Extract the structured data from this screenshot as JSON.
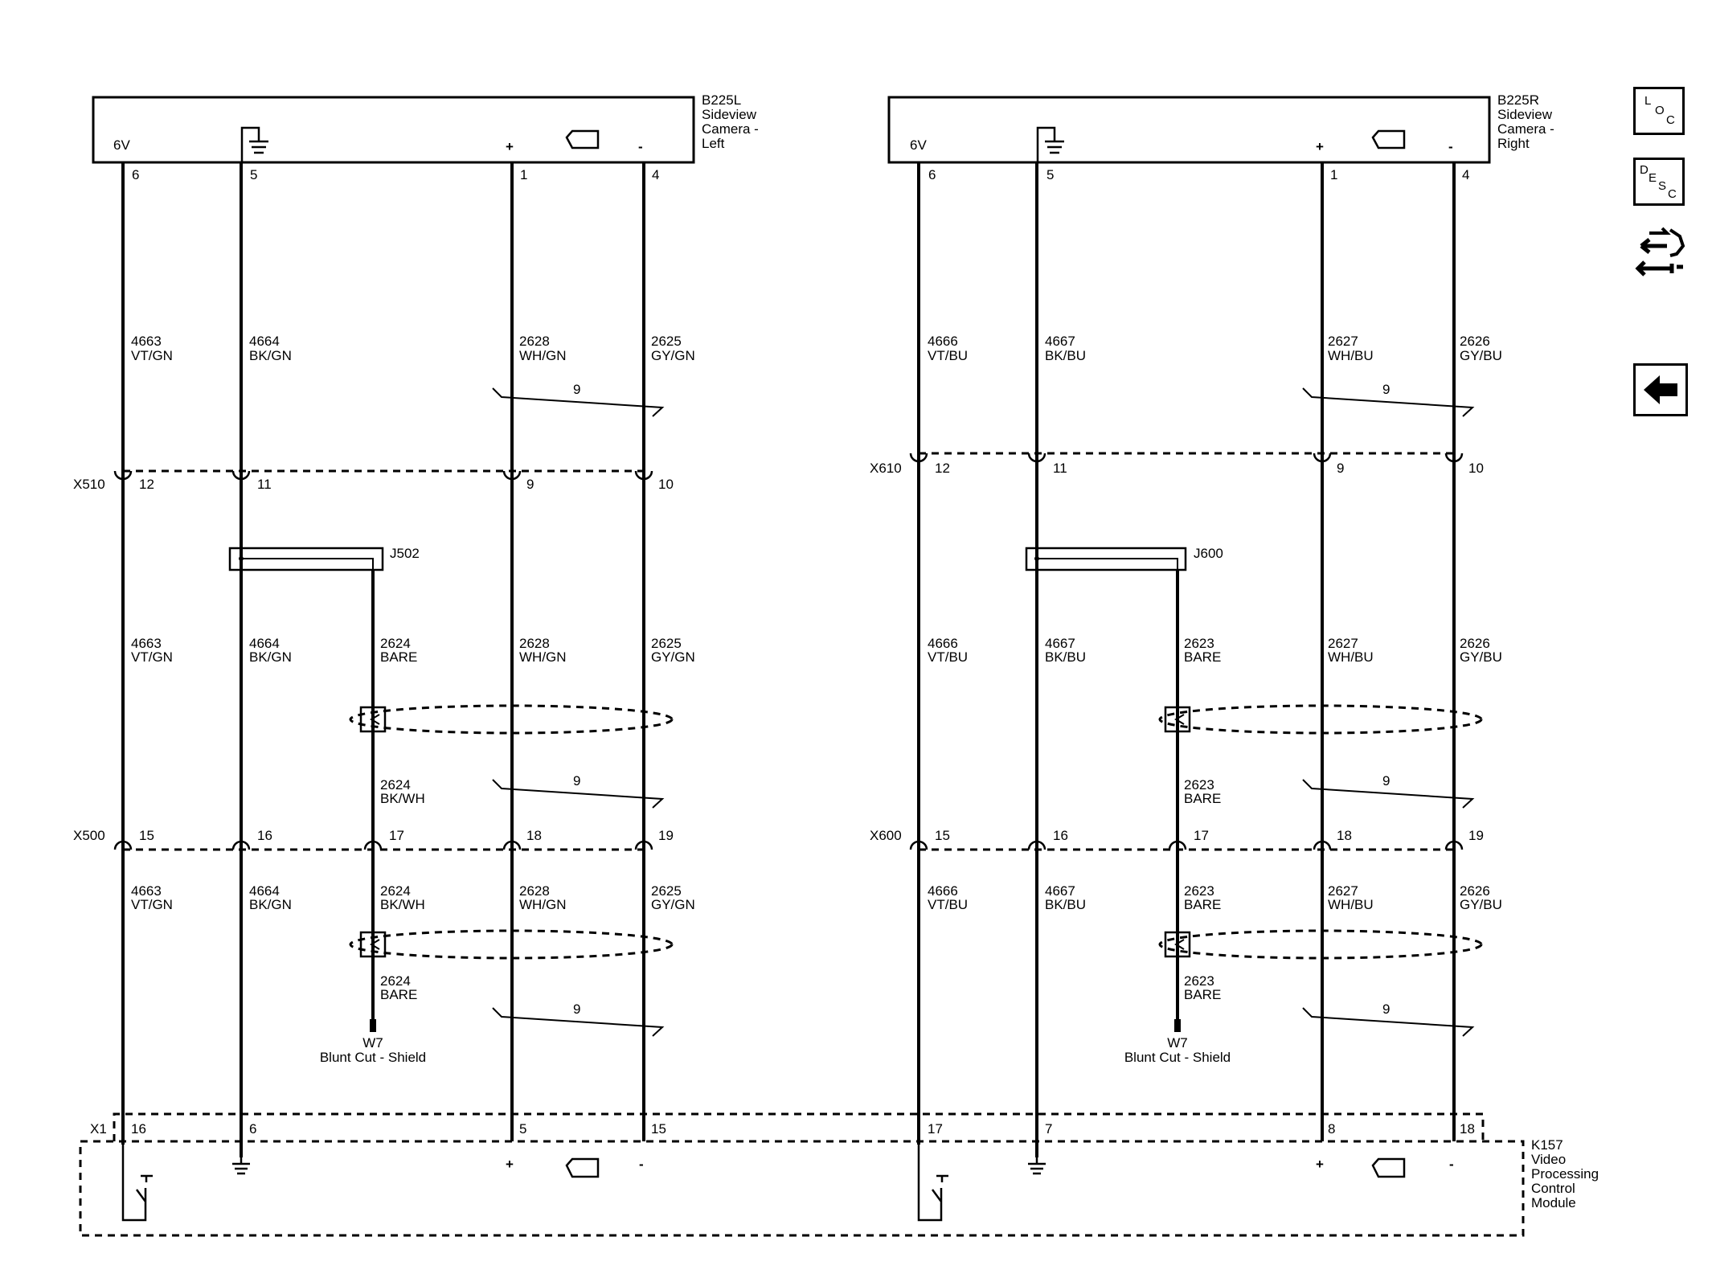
{
  "left": {
    "component": {
      "id": "B225L",
      "line1": "Sideview",
      "line2": "Camera -",
      "line3": "Left"
    },
    "power_label": "6V",
    "top_pins": [
      "6",
      "5",
      "1",
      "4"
    ],
    "wires_top": [
      {
        "circuit": "4663",
        "color": "VT/GN"
      },
      {
        "circuit": "4664",
        "color": "BK/GN"
      },
      {
        "circuit": "2628",
        "color": "WH/GN"
      },
      {
        "circuit": "2625",
        "color": "GY/GN"
      }
    ],
    "twist_top": "9",
    "connector1": {
      "id": "X510",
      "pins": [
        "12",
        "11",
        "9",
        "10"
      ]
    },
    "splice": "J502",
    "wires_mid": [
      {
        "circuit": "4663",
        "color": "VT/GN"
      },
      {
        "circuit": "4664",
        "color": "BK/GN"
      },
      {
        "circuit": "2624",
        "color": "BARE"
      },
      {
        "circuit": "2628",
        "color": "WH/GN"
      },
      {
        "circuit": "2625",
        "color": "GY/GN"
      }
    ],
    "shield_mid": {
      "circuit": "2624",
      "color": "BK/WH"
    },
    "twist_mid": "9",
    "connector2": {
      "id": "X500",
      "pins": [
        "15",
        "16",
        "17",
        "18",
        "19"
      ]
    },
    "wires_low": [
      {
        "circuit": "4663",
        "color": "VT/GN"
      },
      {
        "circuit": "4664",
        "color": "BK/GN"
      },
      {
        "circuit": "2624",
        "color": "BK/WH"
      },
      {
        "circuit": "2628",
        "color": "WH/GN"
      },
      {
        "circuit": "2625",
        "color": "GY/GN"
      }
    ],
    "shield_low": {
      "circuit": "2624",
      "color": "BARE"
    },
    "twist_low": "9",
    "blunt": {
      "id": "W7",
      "desc": "Blunt Cut - Shield"
    },
    "module_pins": [
      "16",
      "6",
      "5",
      "15"
    ]
  },
  "right": {
    "component": {
      "id": "B225R",
      "line1": "Sideview",
      "line2": "Camera -",
      "line3": "Right"
    },
    "power_label": "6V",
    "top_pins": [
      "6",
      "5",
      "1",
      "4"
    ],
    "wires_top": [
      {
        "circuit": "4666",
        "color": "VT/BU"
      },
      {
        "circuit": "4667",
        "color": "BK/BU"
      },
      {
        "circuit": "2627",
        "color": "WH/BU"
      },
      {
        "circuit": "2626",
        "color": "GY/BU"
      }
    ],
    "twist_top": "9",
    "connector1": {
      "id": "X610",
      "pins": [
        "12",
        "11",
        "9",
        "10"
      ]
    },
    "splice": "J600",
    "wires_mid": [
      {
        "circuit": "4666",
        "color": "VT/BU"
      },
      {
        "circuit": "4667",
        "color": "BK/BU"
      },
      {
        "circuit": "2623",
        "color": "BARE"
      },
      {
        "circuit": "2627",
        "color": "WH/BU"
      },
      {
        "circuit": "2626",
        "color": "GY/BU"
      }
    ],
    "shield_mid": {
      "circuit": "2623",
      "color": "BARE"
    },
    "twist_mid": "9",
    "connector2": {
      "id": "X600",
      "pins": [
        "15",
        "16",
        "17",
        "18",
        "19"
      ]
    },
    "wires_low": [
      {
        "circuit": "4666",
        "color": "VT/BU"
      },
      {
        "circuit": "4667",
        "color": "BK/BU"
      },
      {
        "circuit": "2623",
        "color": "BARE"
      },
      {
        "circuit": "2627",
        "color": "WH/BU"
      },
      {
        "circuit": "2626",
        "color": "GY/BU"
      }
    ],
    "shield_low": {
      "circuit": "2623",
      "color": "BARE"
    },
    "twist_low": "9",
    "blunt": {
      "id": "W7",
      "desc": "Blunt Cut - Shield"
    },
    "module_pins": [
      "17",
      "7",
      "8",
      "18"
    ]
  },
  "module": {
    "connector": "X1",
    "id": "K157",
    "line1": "Video",
    "line2": "Processing",
    "line3": "Control",
    "line4": "Module"
  },
  "symbols": {
    "plus": "+",
    "minus": "-"
  },
  "sidebar": {
    "loc": {
      "l": "L",
      "o": "O",
      "c": "C"
    },
    "desc": {
      "d": "D",
      "e": "E",
      "s": "S",
      "c": "C"
    },
    "icons": [
      "location-button",
      "description-button",
      "connector-tools-icon",
      "back-arrow-icon"
    ]
  }
}
